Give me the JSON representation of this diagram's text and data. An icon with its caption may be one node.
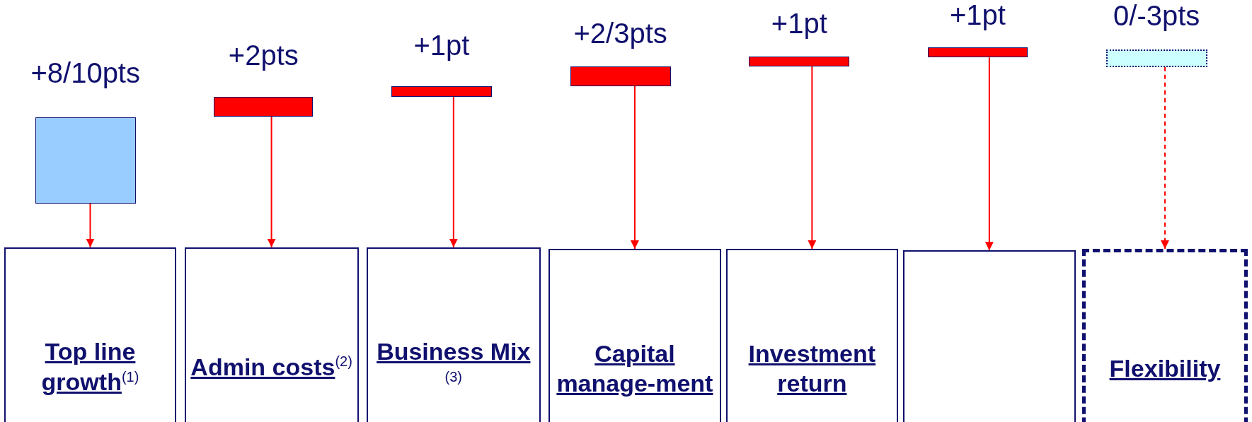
{
  "diagram": {
    "nodes": [
      {
        "text": [],
        "shape": "bar",
        "beside": [
          "+8/10pts"
        ]
      },
      {
        "text": [],
        "shape": "bar",
        "beside": [
          "+2pts"
        ]
      },
      {
        "text": [],
        "shape": "bar",
        "beside": [
          "+1pt"
        ]
      },
      {
        "text": [],
        "shape": "bar",
        "beside": [
          "+2/3pts"
        ]
      },
      {
        "text": [],
        "shape": "bar",
        "beside": [
          "+1pt"
        ]
      },
      {
        "text": [],
        "shape": "bar",
        "beside": [
          "+1pt"
        ]
      },
      {
        "text": [],
        "shape": "bar",
        "beside": [
          "0/-3pts"
        ]
      },
      {
        "text": [
          "Top line growth$^{(1)}$"
        ]
      },
      {
        "text": [
          "Admin costs$^{(2)}$"
        ]
      },
      {
        "text": [
          "Business Mix$^{(3)}$"
        ]
      },
      {
        "text": [
          "Capital manage-ment"
        ]
      },
      {
        "text": [
          "Investment return"
        ]
      },
      {
        "text": [],
        "shape": "box"
      },
      {
        "text": [
          "Flexibility"
        ]
      }
    ],
    "edges": [
      {
        "from": 0,
        "to": 7,
        "arrow": "to"
      },
      {
        "from": 1,
        "to": 8,
        "arrow": "to"
      },
      {
        "from": 2,
        "to": 9,
        "arrow": "to"
      },
      {
        "from": 3,
        "to": 10,
        "arrow": "to"
      },
      {
        "from": 4,
        "to": 11,
        "arrow": "to"
      },
      {
        "from": 5,
        "to": 12,
        "arrow": "to"
      },
      {
        "from": 6,
        "to": 13,
        "arrow": "to",
        "style": "dashed"
      }
    ]
  }
}
